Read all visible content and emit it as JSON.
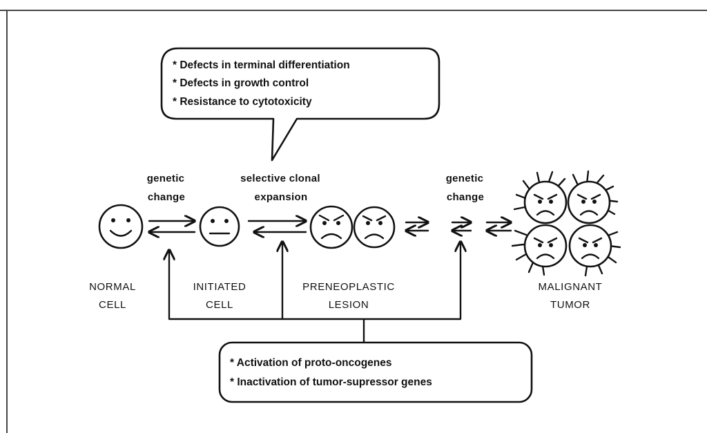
{
  "top_box": {
    "items": [
      "* Defects in terminal differentiation",
      "* Defects in growth control",
      "* Resistance to cytotoxicity"
    ]
  },
  "bottom_box": {
    "items": [
      "* Activation of proto-oncogenes",
      "* Inactivation of tumor-supressor genes"
    ]
  },
  "transitions": {
    "first": [
      "genetic",
      "change"
    ],
    "second": [
      "selective clonal",
      "expansion"
    ],
    "third": [
      "genetic",
      "change"
    ]
  },
  "stages": {
    "normal": [
      "NORMAL",
      "CELL"
    ],
    "initiated": [
      "INITIATED",
      "CELL"
    ],
    "preneoplastic": [
      "PRENEOPLASTIC",
      "LESION"
    ],
    "malignant": [
      "MALIGNANT",
      "TUMOR"
    ]
  }
}
